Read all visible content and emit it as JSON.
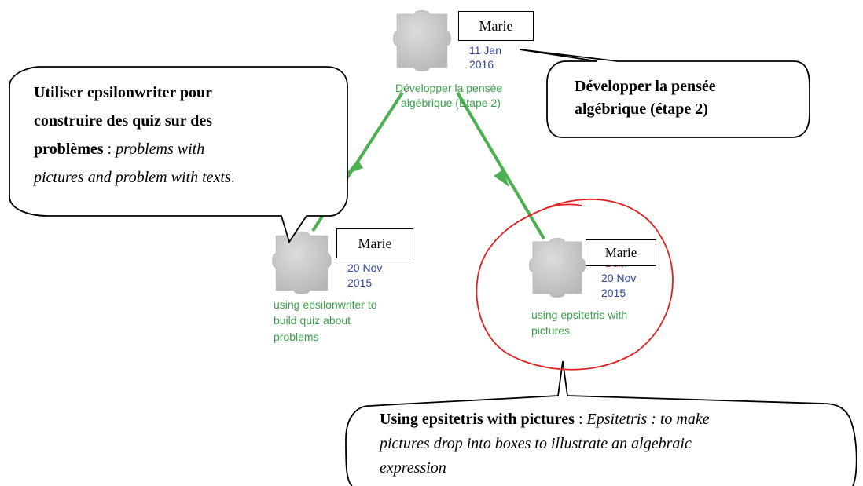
{
  "nodes": {
    "top": {
      "author": "Marie",
      "date_day": "11 Jan",
      "date_year": "2016",
      "label_line1": "Développer la pensée",
      "label_line2": "algébrique (Etape 2)"
    },
    "left": {
      "author": "Marie",
      "date_day": "20 Nov",
      "date_year": "2015",
      "label_line1": "using epsilonwriter to",
      "label_line2": "build quiz about",
      "label_line3": "problems"
    },
    "right": {
      "author": "Marie",
      "date_partial": "Dum",
      "date_day": "20 Nov",
      "date_year": "2015",
      "label_line1": "using epsitetris with",
      "label_line2": "pictures"
    }
  },
  "callouts": {
    "top_right": {
      "line1": "Développer la pensée",
      "line2": "algébrique (étape 2)"
    },
    "left": {
      "line1": "Utiliser epsilonwriter pour",
      "line2": "construire des quiz sur des",
      "line3_bold": "problèmes",
      "line3_rest": " : ",
      "line3_italic": "problems with",
      "line4_italic": "pictures and problem with texts",
      "line4_end": "."
    },
    "bottom": {
      "bold": "Using epsitetris with pictures",
      "sep": " : ",
      "italic1": "Epsitetris : to make",
      "italic2": "pictures drop into boxes to illustrate an algebraic",
      "italic3": "expression"
    }
  },
  "colors": {
    "edge": "#4caf50",
    "node_label": "#3aa04a",
    "date": "#2f46a0",
    "highlight_circle": "#e02020",
    "puzzle": "#c9c9c9"
  }
}
